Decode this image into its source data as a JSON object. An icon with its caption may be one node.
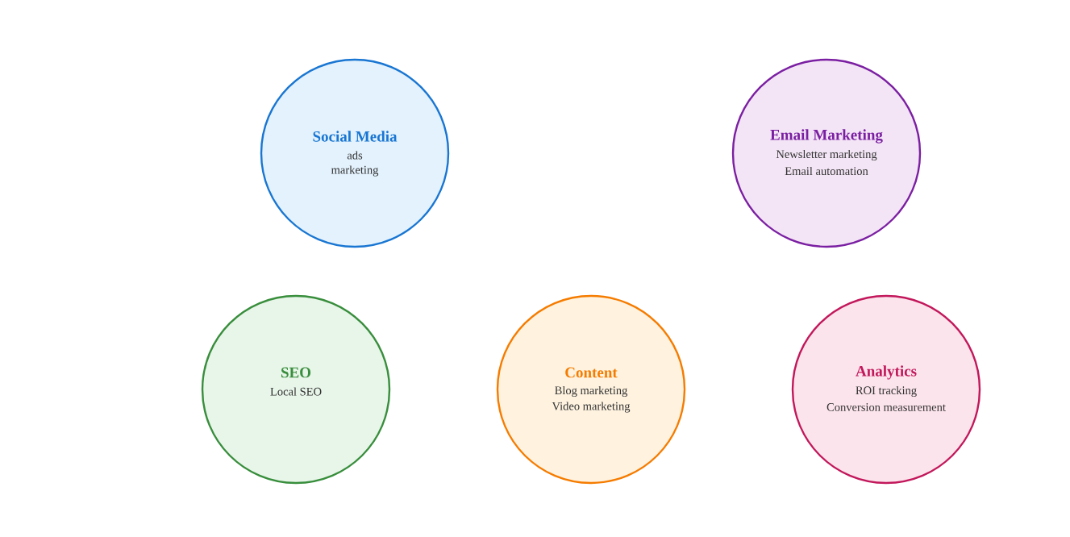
{
  "diagram": {
    "nodes": [
      {
        "text": [
          "Social Media",
          "ads",
          "marketing"
        ]
      },
      {
        "text": [
          "Email Marketing",
          "Newsletter marketing",
          "Email automation"
        ]
      },
      {
        "text": [
          "SEO",
          "Local SEO"
        ]
      },
      {
        "text": [
          "Content",
          "Blog marketing",
          "Video marketing"
        ]
      },
      {
        "text": [
          "Analytics",
          "ROI tracking",
          "Conversion measurement"
        ]
      }
    ]
  }
}
